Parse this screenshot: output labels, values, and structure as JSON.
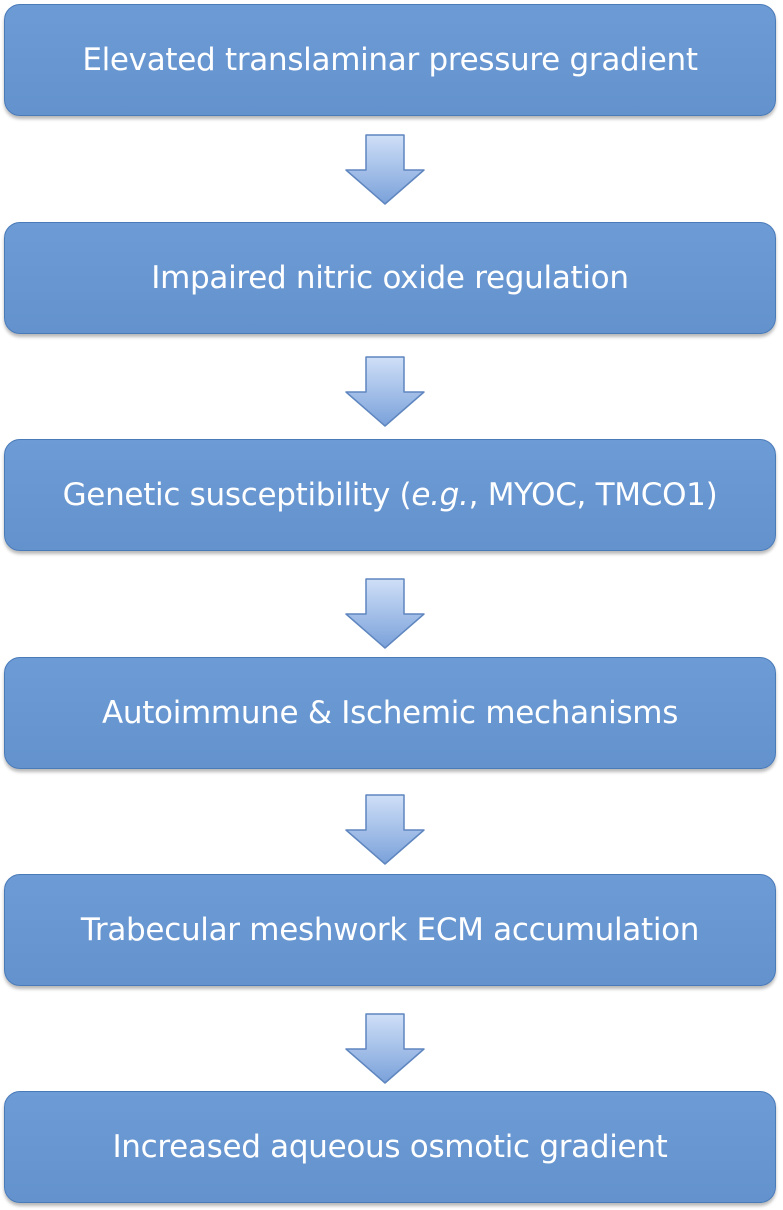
{
  "flow": {
    "steps": [
      {
        "label": "Elevated translaminar pressure gradient"
      },
      {
        "label": "Impaired nitric oxide regulation"
      },
      {
        "prefix": "Genetic susceptibility (",
        "italic": "e.g.",
        "suffix": ", MYOC, TMCO1)"
      },
      {
        "label": "Autoimmune & Ischemic mechanisms"
      },
      {
        "label": "Trabecular meshwork ECM accumulation"
      },
      {
        "label": "Increased aqueous osmotic gradient"
      }
    ]
  },
  "colors": {
    "box_fill": "#6996d1",
    "box_border": "#4a7bb9",
    "box_text": "#ffffff",
    "arrow_light": "#c8daf6",
    "arrow_dark": "#7ea4dc",
    "arrow_border": "#5f86bf"
  }
}
